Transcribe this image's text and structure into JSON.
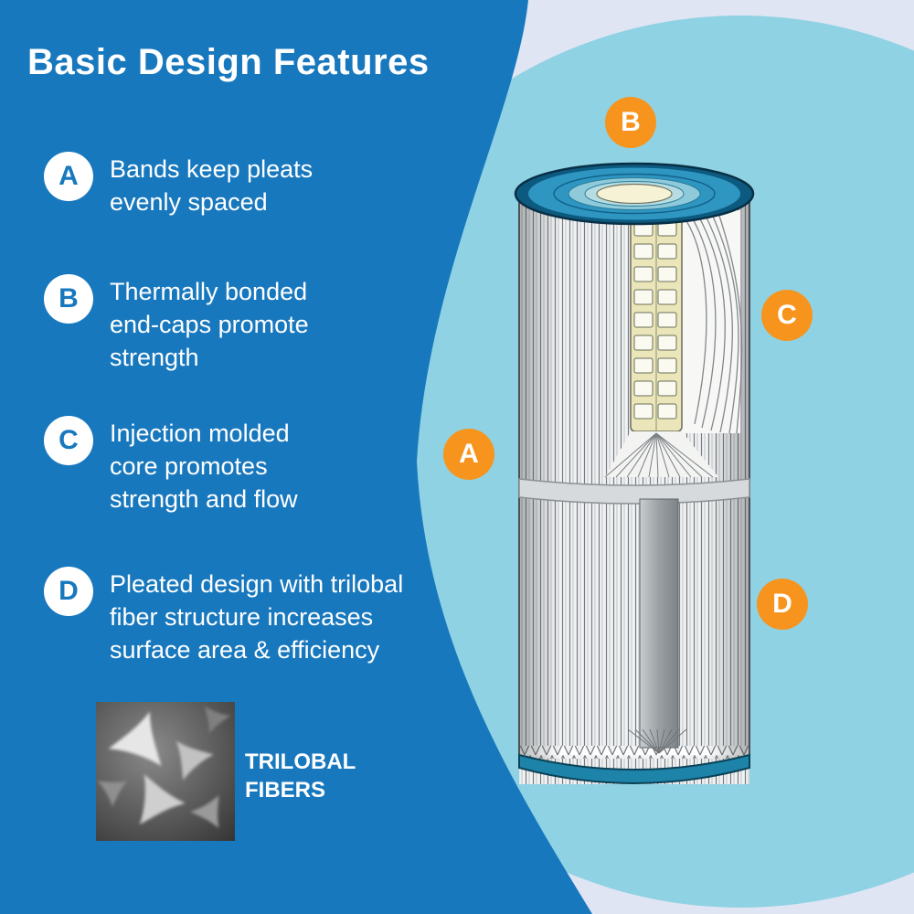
{
  "title": "Basic Design Features",
  "features": [
    {
      "letter": "A",
      "text": "Bands keep pleats evenly spaced"
    },
    {
      "letter": "B",
      "text": "Thermally bonded end-caps promote strength"
    },
    {
      "letter": "C",
      "text": "Injection molded core promotes strength and flow"
    },
    {
      "letter": "D",
      "text": "Pleated design with trilobal fiber structure increases surface area & efficiency"
    }
  ],
  "callout_letters": [
    "B",
    "C",
    "A",
    "D"
  ],
  "fiber_label": {
    "lines": [
      "TRILOBAL",
      "FIBERS"
    ]
  },
  "colors": {
    "primary_blue": "#1878be",
    "light_circle_blue": "#8fd2e3",
    "corner_lavender": "#e0e5f4",
    "callout_orange": "#f7941d",
    "text_white": "#ffffff",
    "endcap_teal": "#2e96c1",
    "core_cream": "#ebe6ba"
  }
}
